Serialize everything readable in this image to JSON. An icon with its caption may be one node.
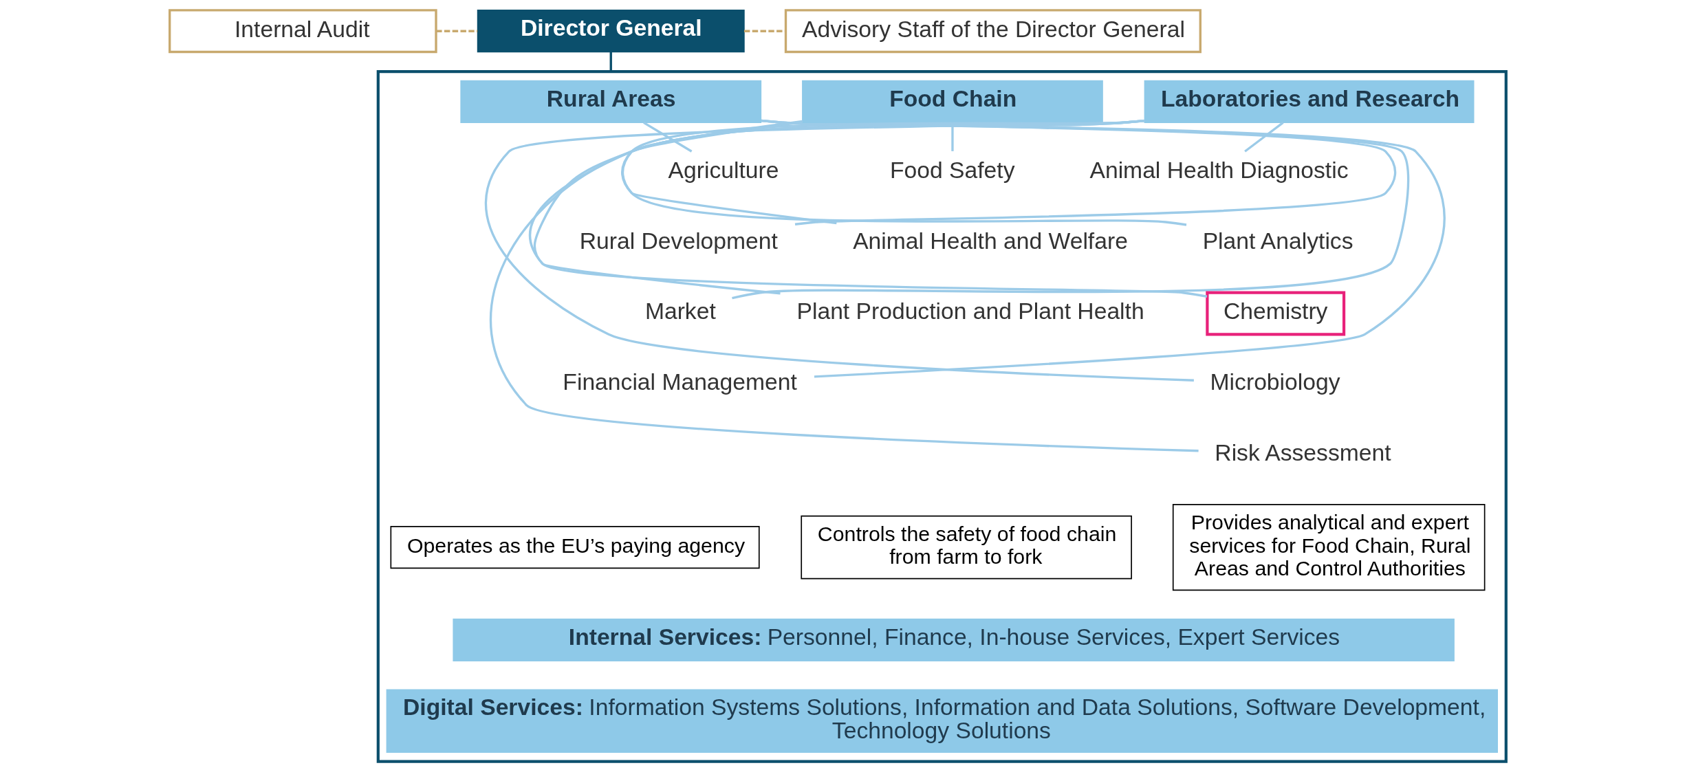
{
  "diagram": {
    "nodes": [
      {
        "text": [
          "Internal Audit"
        ]
      },
      {
        "text": [
          "Director General"
        ]
      },
      {
        "text": [
          "Advisory Staff of the Director General"
        ]
      },
      {
        "text": [],
        "shape": "box"
      },
      {
        "text": [
          "Rural Areas"
        ],
        "in": 3
      },
      {
        "text": [
          "Agriculture"
        ],
        "in": 3
      },
      {
        "text": [
          "Rural Development"
        ],
        "in": 3
      },
      {
        "text": [
          "Market"
        ],
        "in": 3
      },
      {
        "text": [
          "Financial Management"
        ],
        "in": 3
      },
      {
        "text": [
          "Food Chain"
        ],
        "in": 3
      },
      {
        "text": [
          "Food Safety"
        ],
        "in": 3
      },
      {
        "text": [
          "Animal Health and Welfare"
        ],
        "in": 3
      },
      {
        "text": [
          "Plant Production and Plant Health"
        ],
        "in": 3
      },
      {
        "text": [
          "Laboratories and Research"
        ],
        "in": 3
      },
      {
        "text": [
          "Animal Health Diagnostic"
        ],
        "in": 3
      },
      {
        "text": [
          "Plant Analytics"
        ],
        "in": 3
      },
      {
        "text": [
          "Chemistry"
        ],
        "in": 3
      },
      {
        "text": [
          "Microbiology"
        ],
        "in": 3
      },
      {
        "text": [
          "Risk Assessment"
        ],
        "in": 3
      },
      {
        "text": [
          "Operates as the EU’s paying agency"
        ],
        "in": 3
      },
      {
        "text": [
          "Controls the safety of food chain from farm to fork"
        ],
        "in": 3
      },
      {
        "text": [
          "Provides analytical and expert services for Food Chain, Rural Areas and Control Authorities"
        ],
        "in": 3
      },
      {
        "text": [
          "Internal Services:",
          "Personnel, Finance, In-house Services, Expert Services"
        ],
        "in": 3
      },
      {
        "text": [
          "Digital Services:",
          "Information Systems Solutions, Information and Data Solutions, Software Development, Technology Solutions"
        ],
        "in": 3
      }
    ],
    "edges": [
      {
        "from": 0,
        "to": 1,
        "arrow": "none",
        "style": "dashed",
        "color": "#c8a96e"
      },
      {
        "from": 1,
        "to": 2,
        "arrow": "none",
        "style": "dashed",
        "color": "#c8a96e"
      },
      {
        "from": 1,
        "to": 3,
        "arrow": "none",
        "color": "#0b4f6c"
      },
      {
        "from": 4,
        "to": 5,
        "arrow": "none"
      },
      {
        "from": 4,
        "to": 6,
        "arrow": "none"
      },
      {
        "from": 4,
        "to": 7,
        "arrow": "none"
      },
      {
        "from": 4,
        "to": 8,
        "arrow": "none"
      },
      {
        "from": 9,
        "to": 10,
        "arrow": "none"
      },
      {
        "from": 9,
        "to": 11,
        "arrow": "none"
      },
      {
        "from": 9,
        "to": 12,
        "arrow": "none"
      },
      {
        "from": 13,
        "to": 14,
        "arrow": "none"
      },
      {
        "from": 13,
        "to": 15,
        "arrow": "none"
      },
      {
        "from": 13,
        "to": 16,
        "arrow": "none"
      },
      {
        "from": 13,
        "to": 17,
        "arrow": "none"
      },
      {
        "from": 13,
        "to": 18,
        "arrow": "none"
      }
    ]
  }
}
